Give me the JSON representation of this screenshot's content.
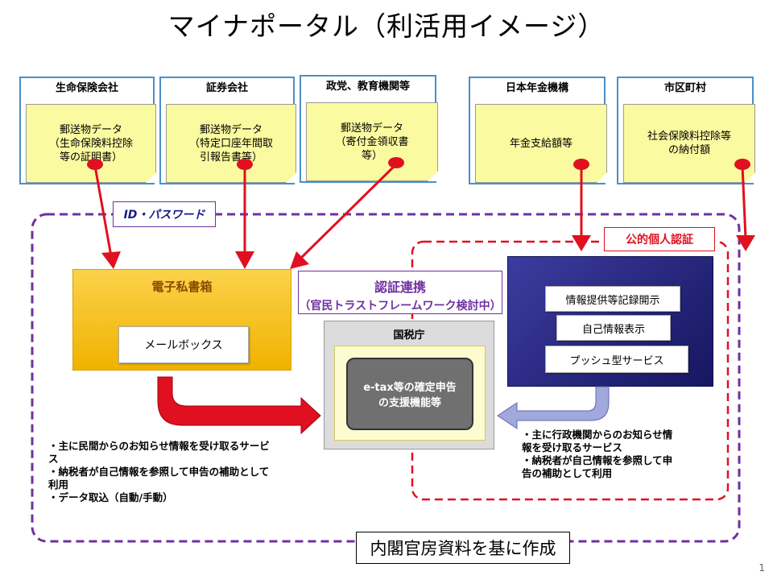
{
  "title": "マイナポータル（利活用イメージ）",
  "orgs": [
    {
      "name": "生命保険会社",
      "note": [
        "郵送物データ",
        "（生命保険料控除",
        "等の証明書）"
      ]
    },
    {
      "name": "証券会社",
      "note": [
        "郵送物データ",
        "（特定口座年間取",
        "引報告書等）"
      ]
    },
    {
      "name": "政党、教育機関等",
      "note": [
        "郵送物データ",
        "（寄付金領収書",
        "等）"
      ]
    },
    {
      "name": "日本年金機構",
      "note": [
        "年金支給額等"
      ]
    },
    {
      "name": "市区町村",
      "note": [
        "社会保険料控除等",
        "の納付額"
      ]
    }
  ],
  "id_password_label": "ID・パスワード",
  "koteki_label": "公的個人認証",
  "mailbox": {
    "title": "電子私書箱",
    "button": "メールボックス"
  },
  "ninsho": {
    "line1": "認証連携",
    "line2": "（官民トラストフレームワーク検討中）"
  },
  "kokuzei": {
    "title": "国税庁",
    "inner_line1": "e-tax等の確定申告",
    "inner_line2": "の支援機能等"
  },
  "portal_buttons": [
    "情報提供等記録開示",
    "自己情報表示",
    "プッシュ型サービス"
  ],
  "left_bullets": [
    "・主に民間からのお知らせ情報を受け取るサービ",
    "ス",
    "・納税者が自己情報を参照して申告の補助として",
    "利用",
    "・データ取込（自動/手動）"
  ],
  "right_bullets": [
    "・主に行政機関からのお知らせ情",
    "報を受け取るサービス",
    "・納税者が自己情報を参照して申",
    "告の補助として利用"
  ],
  "footer_label": "内閣官房資料を基に作成",
  "page_number": "1",
  "colors": {
    "red": "#e01020",
    "purple": "#7030a0",
    "blue": "#4a8fc9",
    "gold": "#f0b200",
    "navy": "#1e1e70"
  }
}
